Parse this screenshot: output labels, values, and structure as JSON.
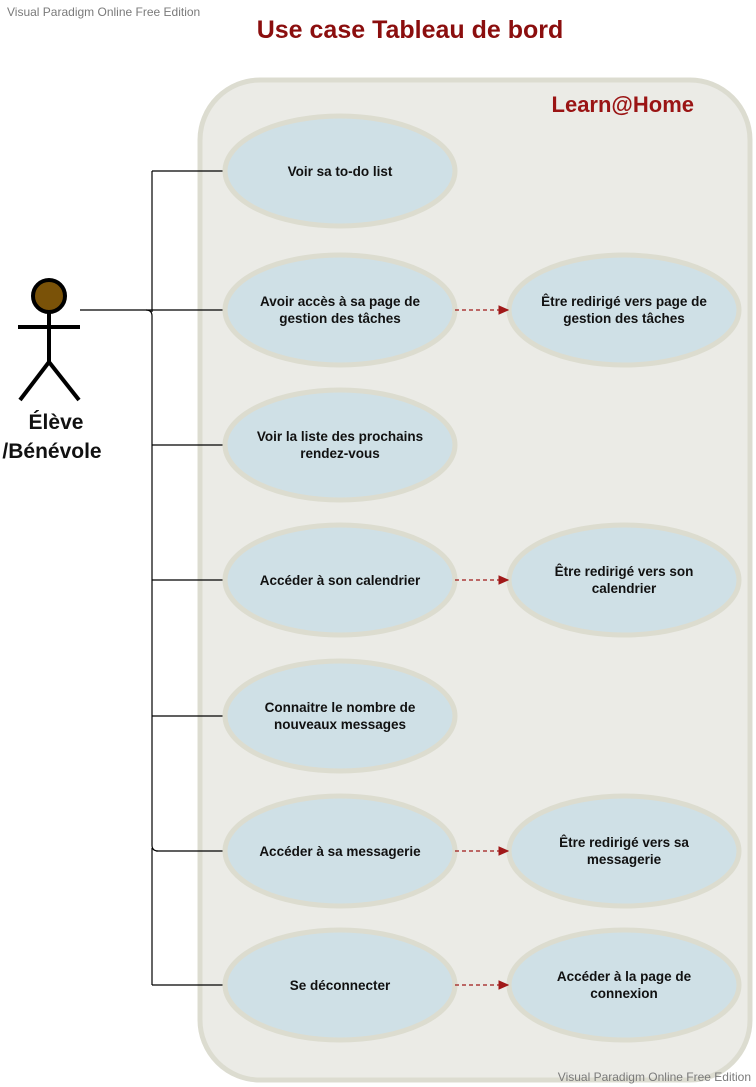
{
  "watermark_top": "Visual Paradigm Online Free Edition",
  "watermark_bottom": "Visual Paradigm Online Free Edition",
  "title": "Use case Tableau de bord",
  "system": {
    "name": "Learn@Home"
  },
  "actor": {
    "line1": "Élève",
    "line2": "/Bénévole"
  },
  "use_cases": [
    {
      "id": "uc1",
      "label": "Voir sa to-do list"
    },
    {
      "id": "uc2",
      "label": "Avoir accès à sa page de gestion des tâches"
    },
    {
      "id": "uc3",
      "label": "Voir la liste des prochains rendez-vous"
    },
    {
      "id": "uc4",
      "label": "Accéder à son calendrier"
    },
    {
      "id": "uc5",
      "label": "Connaitre le nombre de nouveaux messages"
    },
    {
      "id": "uc6",
      "label": "Accéder à sa messagerie"
    },
    {
      "id": "uc7",
      "label": "Se déconnecter"
    }
  ],
  "extensions": [
    {
      "id": "ext2",
      "from": "uc2",
      "label": "Être redirigé vers page de gestion des tâches"
    },
    {
      "id": "ext4",
      "from": "uc4",
      "label": "Être redirigé vers son calendrier"
    },
    {
      "id": "ext6",
      "from": "uc6",
      "label": "Être redirigé vers sa messagerie"
    },
    {
      "id": "ext7",
      "from": "uc7",
      "label": "Accéder à la page de connexion"
    }
  ],
  "colors": {
    "title": "#8b0e0e",
    "system_label": "#9a1414",
    "system_fill": "#ebebe6",
    "system_border": "#dcdcd0",
    "ellipse_fill": "#cfe0e6",
    "ellipse_border": "#dcdccf",
    "actor_head": "#7a5208",
    "dashed_arrow": "#a01818"
  }
}
